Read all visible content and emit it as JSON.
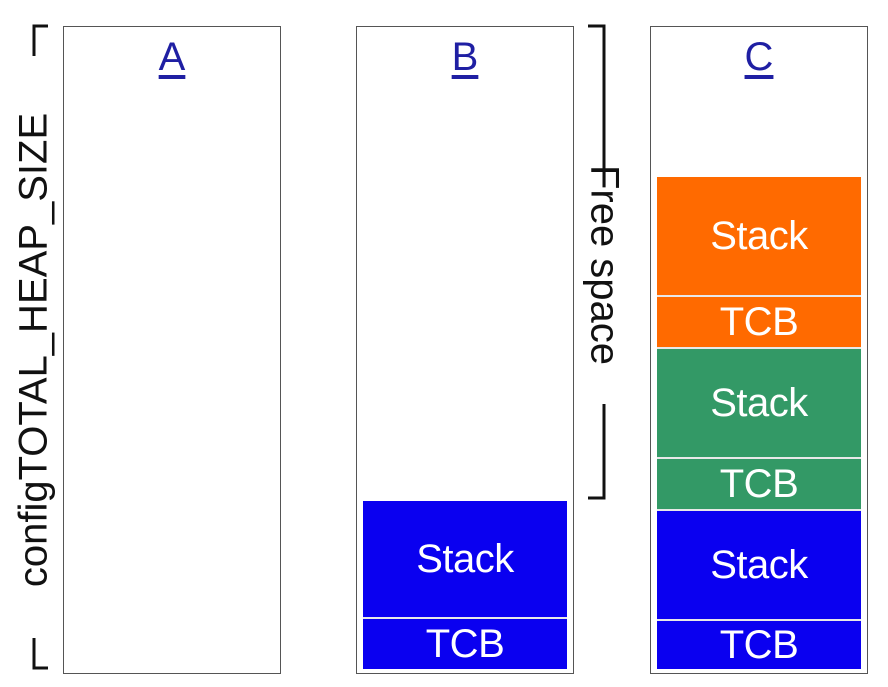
{
  "diagram": {
    "heap_label": "configTOTAL_HEAP_SIZE",
    "free_label": "Free space",
    "columns": [
      {
        "title": "A"
      },
      {
        "title": "B",
        "blocks": [
          {
            "label": "Stack",
            "color": "#0a00f0"
          },
          {
            "label": "TCB",
            "color": "#0a00f0"
          }
        ]
      },
      {
        "title": "C",
        "blocks": [
          {
            "label": "Stack",
            "color": "#ff6a00"
          },
          {
            "label": "TCB",
            "color": "#ff6a00"
          },
          {
            "label": "Stack",
            "color": "#339966"
          },
          {
            "label": "TCB",
            "color": "#339966"
          },
          {
            "label": "Stack",
            "color": "#0a00f0"
          },
          {
            "label": "TCB",
            "color": "#0a00f0"
          }
        ]
      }
    ]
  }
}
